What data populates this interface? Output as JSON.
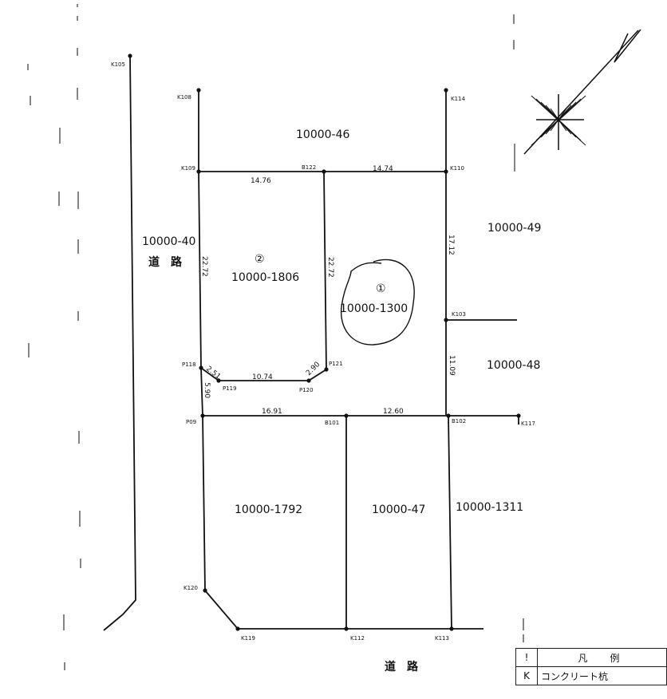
{
  "lots": {
    "north": "10000-46",
    "west_road": "10000-40",
    "lot2": "10000-1806",
    "lot1": "10000-1300",
    "east_upper": "10000-49",
    "east_lower": "10000-48",
    "south_1792": "10000-1792",
    "south_47": "10000-47",
    "south_1311": "10000-1311"
  },
  "markers": {
    "lot2": "②",
    "lot1": "①"
  },
  "roads": {
    "west": "道　路",
    "south": "道　路"
  },
  "dimensions": {
    "top_left": "14.76",
    "top_right": "14.74",
    "left": "22.72",
    "inner": "22.72",
    "right_upper": "17.12",
    "right_lower": "11.09",
    "bottom_left": "10.74",
    "corner_left": "2.51",
    "corner_right": "2.90",
    "left_lower": "5.90",
    "mid_left": "16.91",
    "mid_right": "12.60"
  },
  "points": {
    "K105": "K105",
    "K108": "K108",
    "K114": "K114",
    "K109": "K109",
    "K110": "K110",
    "B122": "B122",
    "K103": "K103",
    "P118": "P118",
    "P119": "P119",
    "P120": "P120",
    "P121": "P121",
    "P09": "P09",
    "B101": "B101",
    "B102": "B102",
    "K117": "K117",
    "K120": "K120",
    "K119": "K119",
    "K112": "K112",
    "K113": "K113"
  },
  "legend": {
    "header_mark": "!",
    "header": "凡　例",
    "row1_mark": "K",
    "row1_text": "コンクリート杭"
  }
}
